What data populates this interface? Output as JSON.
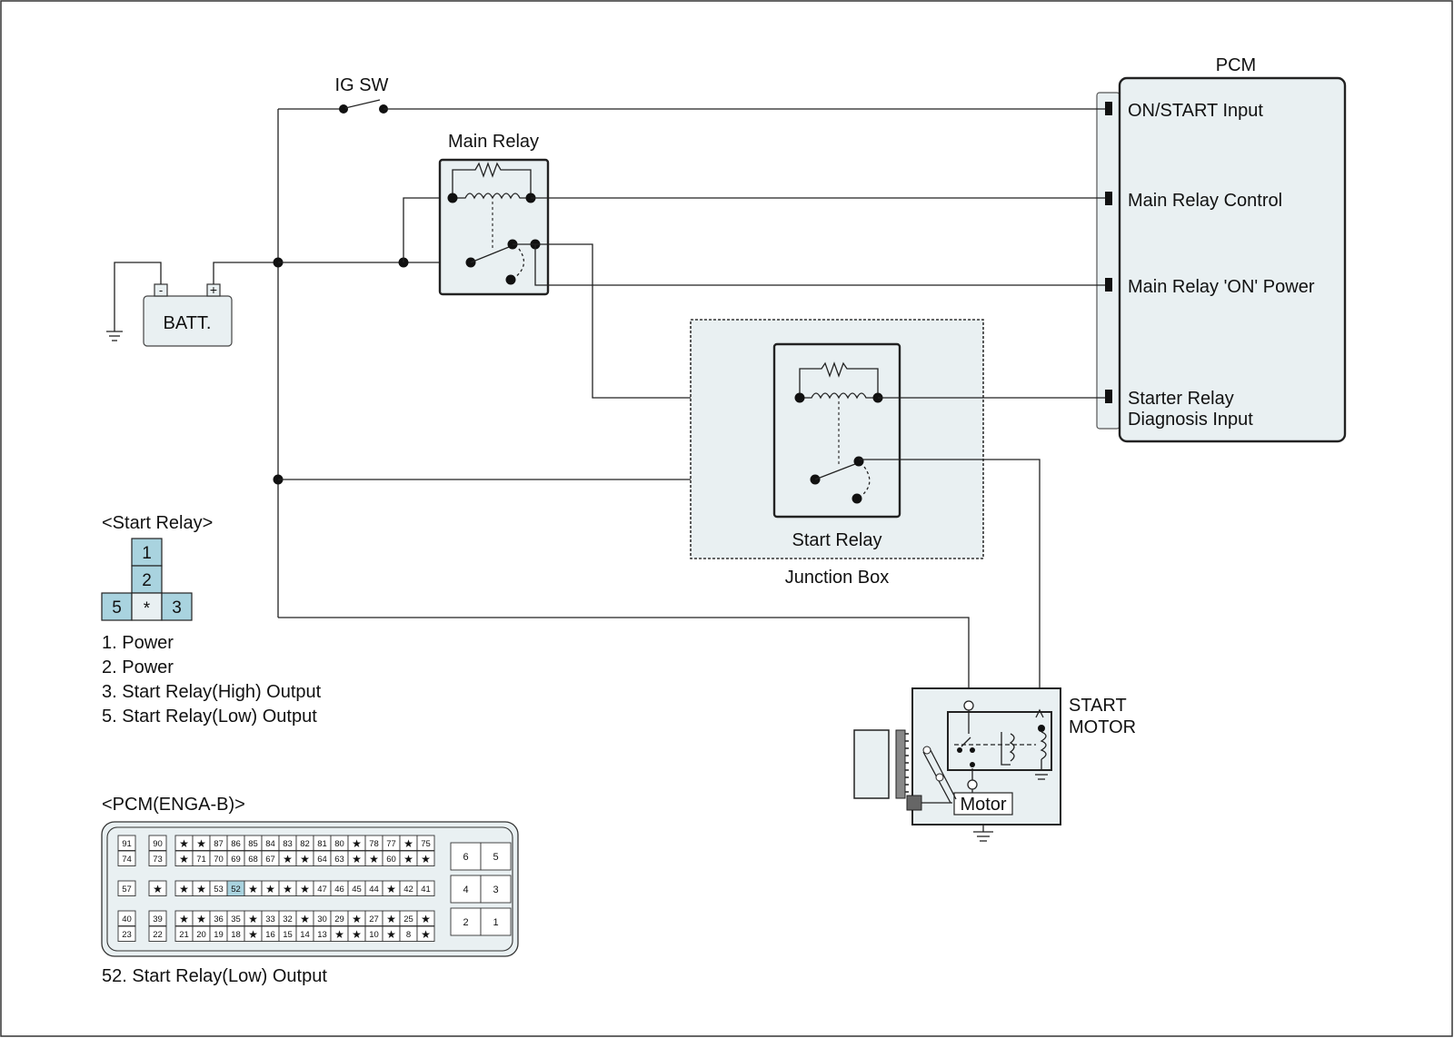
{
  "labels": {
    "ig_sw": "IG SW",
    "pcm": "PCM",
    "main_relay": "Main Relay",
    "batt": "BATT.",
    "batt_minus": "-",
    "batt_plus": "+",
    "start_relay": "Start Relay",
    "junction_box": "Junction Box",
    "start_motor_line1": "START",
    "start_motor_line2": "MOTOR",
    "motor": "Motor"
  },
  "pcm_pins": [
    "ON/START Input",
    "Main Relay Control",
    "Main Relay 'ON' Power",
    "Starter Relay",
    "Diagnosis Input"
  ],
  "start_relay_connector": {
    "title": "<Start Relay>",
    "cells": [
      "1",
      "2",
      "5",
      "*",
      "3"
    ],
    "legend": [
      "1. Power",
      "2. Power",
      "3. Start Relay(High) Output",
      "5. Start Relay(Low) Output"
    ]
  },
  "pcm_connector": {
    "title": "<PCM(ENGA-B)>",
    "rows": [
      [
        "91",
        "90",
        "★",
        "★",
        "87",
        "86",
        "85",
        "84",
        "83",
        "82",
        "81",
        "80",
        "★",
        "78",
        "77",
        "★",
        "75"
      ],
      [
        "74",
        "73",
        "★",
        "71",
        "70",
        "69",
        "68",
        "67",
        "★",
        "★",
        "64",
        "63",
        "★",
        "★",
        "60",
        "★",
        "★"
      ],
      [
        "57",
        "★",
        "★",
        "★",
        "53",
        "52",
        "★",
        "★",
        "★",
        "★",
        "47",
        "46",
        "45",
        "44",
        "★",
        "42",
        "41"
      ],
      [
        "40",
        "39",
        "★",
        "★",
        "36",
        "35",
        "★",
        "33",
        "32",
        "★",
        "30",
        "29",
        "★",
        "27",
        "★",
        "25",
        "★"
      ],
      [
        "23",
        "22",
        "21",
        "20",
        "19",
        "18",
        "★",
        "16",
        "15",
        "14",
        "13",
        "★",
        "★",
        "10",
        "★",
        "8",
        "★"
      ]
    ],
    "side_pins": [
      "6",
      "5",
      "4",
      "3",
      "2",
      "1"
    ],
    "highlight_pin": "52",
    "note": "52. Start Relay(Low) Output"
  },
  "colors": {
    "fill": "#e9f0f2",
    "pin_highlight": "#a9d3df",
    "line": "#222222"
  }
}
